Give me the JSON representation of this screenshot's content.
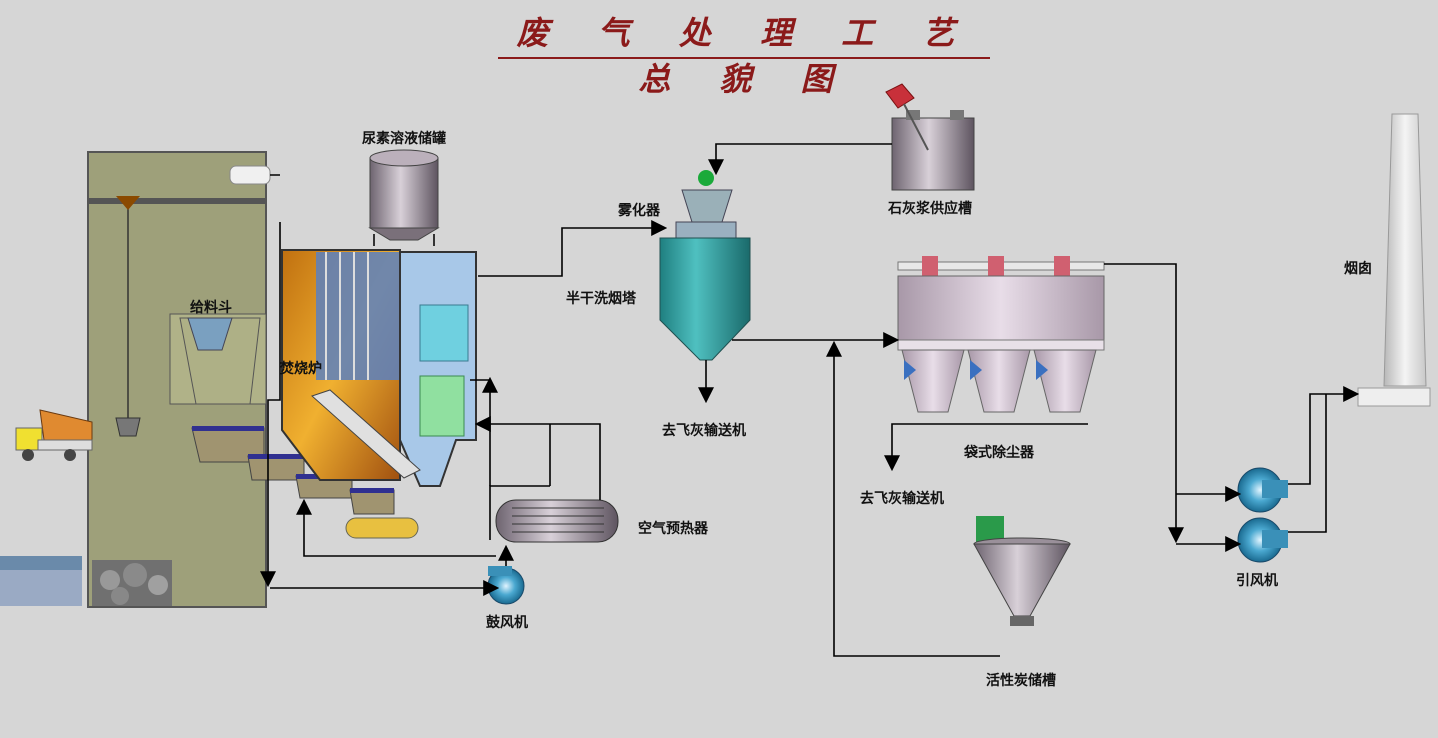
{
  "title": "废 气 处 理 工 艺 总 貌 图",
  "labels": {
    "urea_tank": "尿素溶液储罐",
    "atomizer": "雾化器",
    "lime_tank": "石灰浆供应槽",
    "hopper": "给料斗",
    "incinerator": "焚烧炉",
    "scrubber": "半干洗烟塔",
    "ash1": "去飞灰输送机",
    "chimney": "烟囱",
    "baghouse": "袋式除尘器",
    "ash2": "去飞灰输送机",
    "air_preheater": "空气预热器",
    "blower": "鼓风机",
    "carbon_tank": "活性炭储槽",
    "id_fan": "引风机"
  },
  "colors": {
    "title": "#8b1a1a",
    "background": "#d6d6d6",
    "pit": "#9ea07a",
    "scrubber": "#2a9a9a",
    "tank": "#8a7f8a",
    "fan": "#3aa0c8"
  }
}
